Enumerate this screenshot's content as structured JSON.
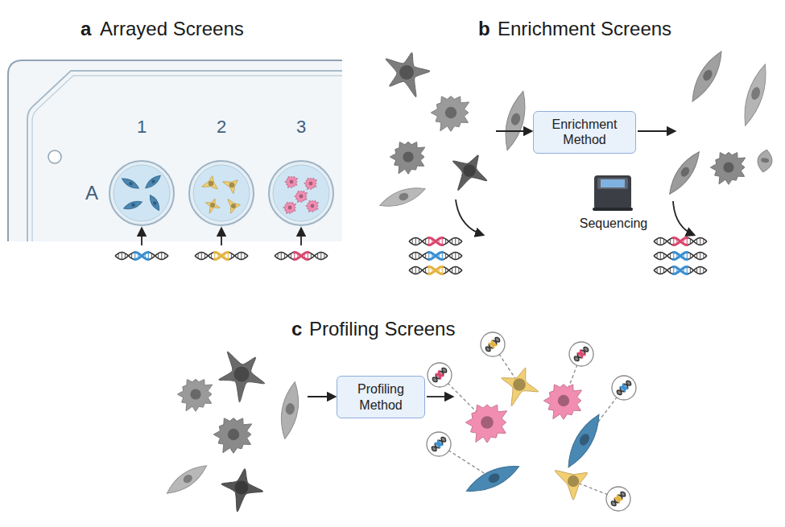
{
  "diagram": {
    "nodes": [
      {
        "text": [
          "Enrichment Method"
        ]
      },
      {
        "text": [
          "Profiling Method"
        ]
      }
    ],
    "labels": [
      "a",
      "Arrayed Screens",
      "b",
      "Enrichment Screens",
      "c",
      "Profiling Screens",
      "1",
      "2",
      "3",
      "A",
      "Sequencing"
    ]
  }
}
